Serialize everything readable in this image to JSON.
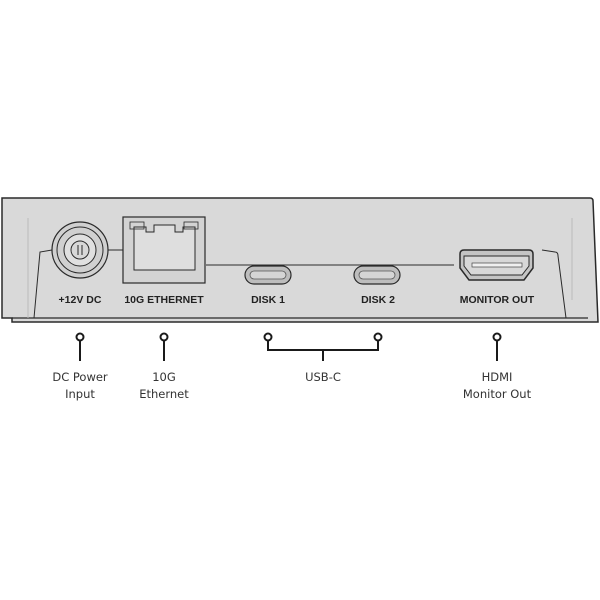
{
  "panel": {
    "ports": [
      {
        "label": "+12V DC",
        "icon": "dc-power-connector-icon"
      },
      {
        "label": "10G ETHERNET",
        "icon": "ethernet-port-icon"
      },
      {
        "label": "DISK 1",
        "icon": "usb-c-port-icon"
      },
      {
        "label": "DISK 2",
        "icon": "usb-c-port-icon"
      },
      {
        "label": "MONITOR OUT",
        "icon": "hdmi-port-icon"
      }
    ]
  },
  "callouts": [
    {
      "line1": "DC Power",
      "line2": "Input"
    },
    {
      "line1": "10G",
      "line2": "Ethernet"
    },
    {
      "line1": "USB-C"
    },
    {
      "line1": "HDMI",
      "line2": "Monitor Out"
    }
  ],
  "colors": {
    "panel": "#d8d8d8",
    "outline": "#2a2a2a"
  }
}
